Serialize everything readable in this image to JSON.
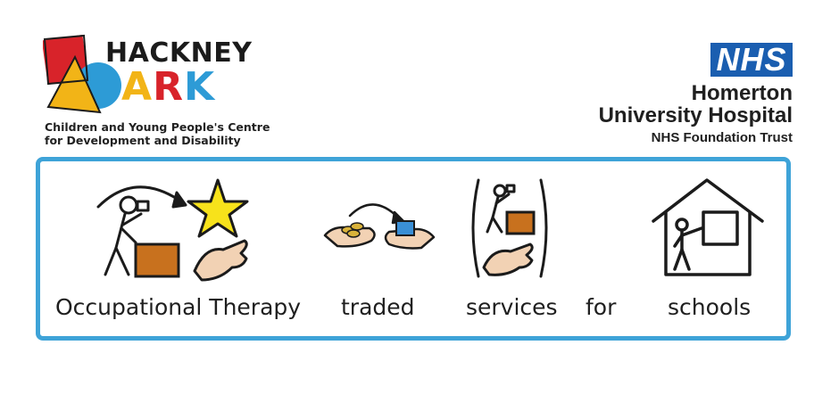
{
  "logo": {
    "hackney": "HACKNEY",
    "ark_a": "A",
    "ark_r": "R",
    "ark_k": "K",
    "centre_line1": "Children and Young People's Centre",
    "centre_line2": "for Development and Disability"
  },
  "nhs": {
    "badge": "NHS",
    "line1": "Homerton",
    "line2": "University Hospital",
    "line3": "NHS Foundation Trust"
  },
  "symbols": [
    {
      "label": "Occupational Therapy",
      "icon": "therapy-person-star-icon"
    },
    {
      "label": "traded",
      "icon": "hands-exchange-icon"
    },
    {
      "label": "services",
      "icon": "service-person-hand-icon"
    },
    {
      "label": "for",
      "icon": ""
    },
    {
      "label": "schools",
      "icon": "school-house-icon"
    }
  ],
  "colors": {
    "panel_border": "#3ea3d8",
    "nhs_blue": "#1a5eb0",
    "star_yellow": "#f7e21b",
    "box_orange": "#c8711e"
  }
}
